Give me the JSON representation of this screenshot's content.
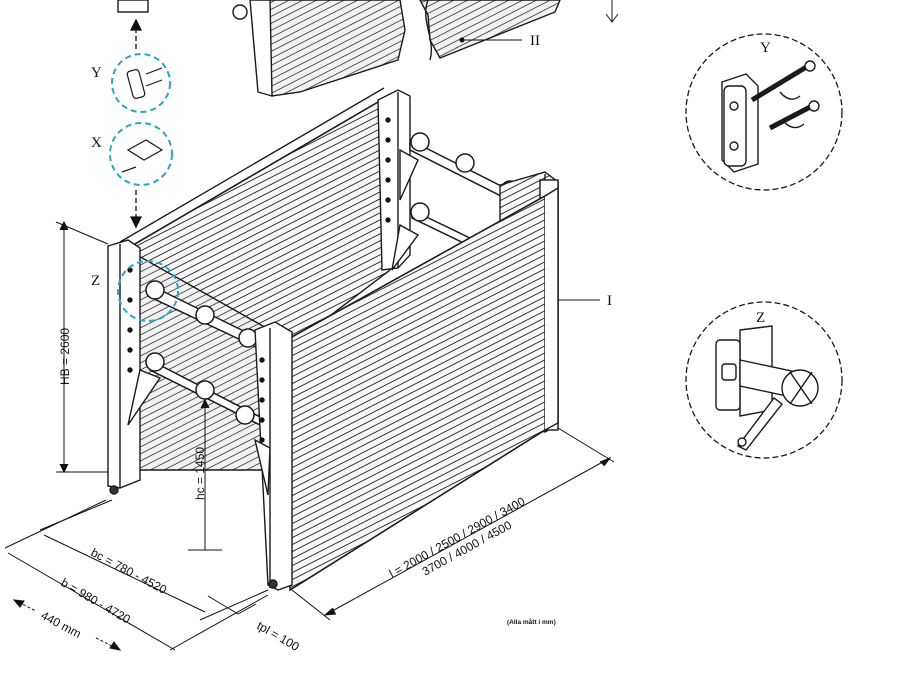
{
  "labels": {
    "I": "I",
    "II": "II",
    "X": "X",
    "Y": "Y",
    "Z": "Z",
    "Y_detail": "Y",
    "Z_detail": "Z"
  },
  "dimensions": {
    "hb": "HB = 2600",
    "hc": "hc = 1450",
    "bc": "bc = 780 - 4520",
    "b": "b = 980 - 4720",
    "mm440": "440 mm",
    "tpl": "tpl = 100",
    "l_line1": "l = 2000 / 2500 / 2900 / 3400",
    "l_line2": "3700 / 4000 / 4500"
  },
  "note": "(Alla mått i mm)",
  "colors": {
    "line": "#1a1a1a",
    "highlight": "#2aa6c4",
    "panel": "#f4f4f4"
  }
}
